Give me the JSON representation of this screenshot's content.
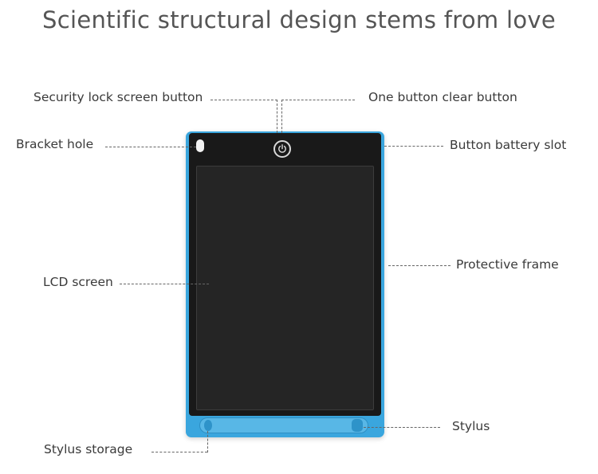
{
  "title": "Scientific structural design stems from love",
  "labels": {
    "security_lock": "Security lock screen button",
    "one_button_clear": "One button clear button",
    "bracket_hole": "Bracket hole",
    "battery_slot": "Button battery slot",
    "protective_frame": "Protective frame",
    "lcd_screen": "LCD screen",
    "stylus": "Stylus",
    "stylus_storage": "Stylus storage"
  },
  "icons": {
    "clear_button": "power-icon"
  },
  "colors": {
    "frame": "#3aa6de",
    "face": "#191919",
    "screen": "#252525"
  }
}
